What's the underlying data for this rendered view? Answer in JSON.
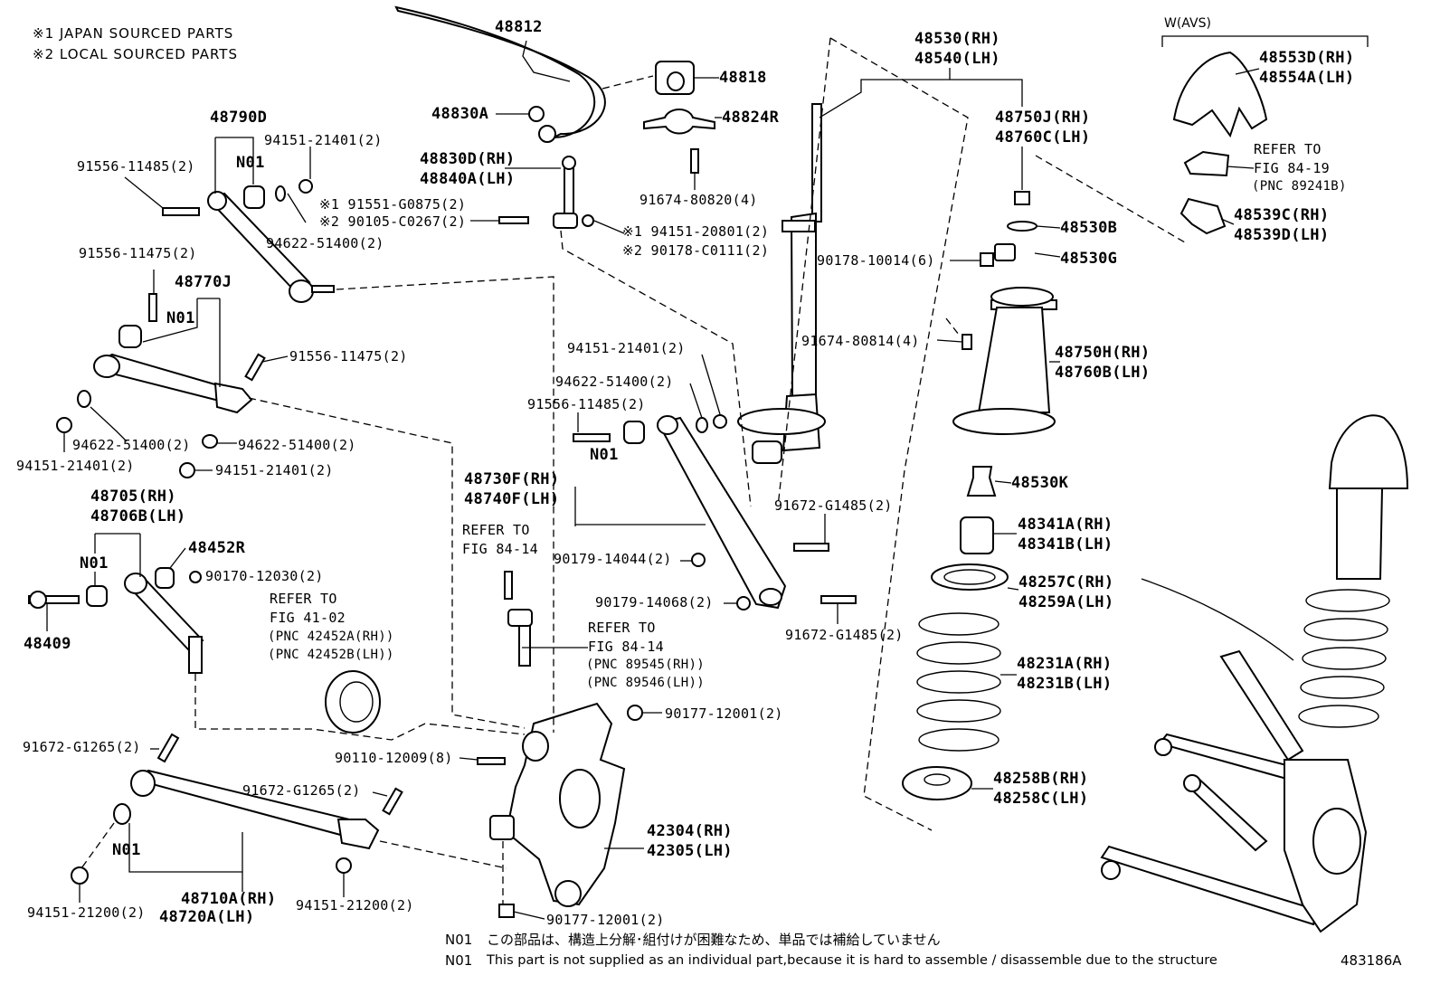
{
  "header": {
    "note1": "※1 JAPAN SOURCED PARTS",
    "note2": "※2 LOCAL SOURCED PARTS",
    "avs": "W(AVS)"
  },
  "footer": {
    "n01_label": "N01",
    "n01_jp": "この部品は、構造上分解･組付けが困難なため、単品では補給していません",
    "n01_en": "This part is not supplied as an individual part,because it is hard to assemble / disassemble due to the structure",
    "figure_id": "483186A"
  },
  "labels": {
    "p48812": "48812",
    "p48818": "48818",
    "p48830A": "48830A",
    "p48824R": "48824R",
    "p48830D_rh": "48830D(RH)",
    "p48840A_lh": "48840A(LH)",
    "p91674_80820": "91674-80820(4)",
    "p94151_20801": "※1 94151-20801(2)",
    "p90178_C0111": "※2 90178-C0111(2)",
    "p48790D": "48790D",
    "p94151_21401_a": "94151-21401(2)",
    "n01_a": "N01",
    "p91556_11485_a": "91556-11485(2)",
    "p91551_G0875": "※1 91551-G0875(2)",
    "p90105_C0267": "※2 90105-C0267(2)",
    "p94622_51400_a": "94622-51400(2)",
    "p91556_11475_a": "91556-11475(2)",
    "p48770J": "48770J",
    "n01_b": "N01",
    "p91556_11475_b": "91556-11475(2)",
    "p94622_51400_b": "94622-51400(2)",
    "p94622_51400_c": "94622-51400(2)",
    "p94151_21401_b": "94151-21401(2)",
    "p94151_21401_c": "94151-21401(2)",
    "p48705_rh": "48705(RH)",
    "p48706B_lh": "48706B(LH)",
    "p48452R": "48452R",
    "n01_c": "N01",
    "p90170_12030": "90170-12030(2)",
    "p48409": "48409",
    "ref41_1": "REFER TO",
    "ref41_2": "FIG 41-02",
    "ref41_3": "(PNC 42452A(RH))",
    "ref41_4": "(PNC 42452B(LH))",
    "p91672_G1265_a": "91672-G1265(2)",
    "p90110_12009": "90110-12009(8)",
    "p91672_G1265_b": "91672-G1265(2)",
    "n01_d": "N01",
    "p48710A_rh": "48710A(RH)",
    "p48720A_lh": "48720A(LH)",
    "p94151_21200_a": "94151-21200(2)",
    "p94151_21200_b": "94151-21200(2)",
    "p94151_21401_d": "94151-21401(2)",
    "p94622_51400_d": "94622-51400(2)",
    "p91556_11485_b": "91556-11485(2)",
    "n01_e": "N01",
    "p48730F_rh": "48730F(RH)",
    "p48740F_lh": "48740F(LH)",
    "ref8414a_1": "REFER TO",
    "ref8414a_2": "FIG 84-14",
    "p90179_14044": "90179-14044(2)",
    "p90179_14068": "90179-14068(2)",
    "ref8414b_1": "REFER TO",
    "ref8414b_2": "FIG 84-14",
    "ref8414b_3": "(PNC 89545(RH))",
    "ref8414b_4": "(PNC 89546(LH))",
    "p90177_12001_a": "90177-12001(2)",
    "p42304_rh": "42304(RH)",
    "p42305_lh": "42305(LH)",
    "p90177_12001_b": "90177-12001(2)",
    "p48530_rh": "48530(RH)",
    "p48540_lh": "48540(LH)",
    "p48750J_rh": "48750J(RH)",
    "p48760C_lh": "48760C(LH)",
    "p48530B": "48530B",
    "p90178_10014": "90178-10014(6)",
    "p48530G": "48530G",
    "p91674_80814": "91674-80814(4)",
    "p48750H_rh": "48750H(RH)",
    "p48760B_lh": "48760B(LH)",
    "p91672_G1485_a": "91672-G1485(2)",
    "p91672_G1485_b": "91672-G1485(2)",
    "p48530K": "48530K",
    "p48341A_rh": "48341A(RH)",
    "p48341B_lh": "48341B(LH)",
    "p48257C_rh": "48257C(RH)",
    "p48259A_lh": "48259A(LH)",
    "p48231A_rh": "48231A(RH)",
    "p48231B_lh": "48231B(LH)",
    "p48258B_rh": "48258B(RH)",
    "p48258C_lh": "48258C(LH)",
    "p48553D_rh": "48553D(RH)",
    "p48554A_lh": "48554A(LH)",
    "ref8419_1": "REFER TO",
    "ref8419_2": "FIG 84-19",
    "ref8419_3": "(PNC 89241B)",
    "p48539C_rh": "48539C(RH)",
    "p48539D_lh": "48539D(LH)"
  }
}
